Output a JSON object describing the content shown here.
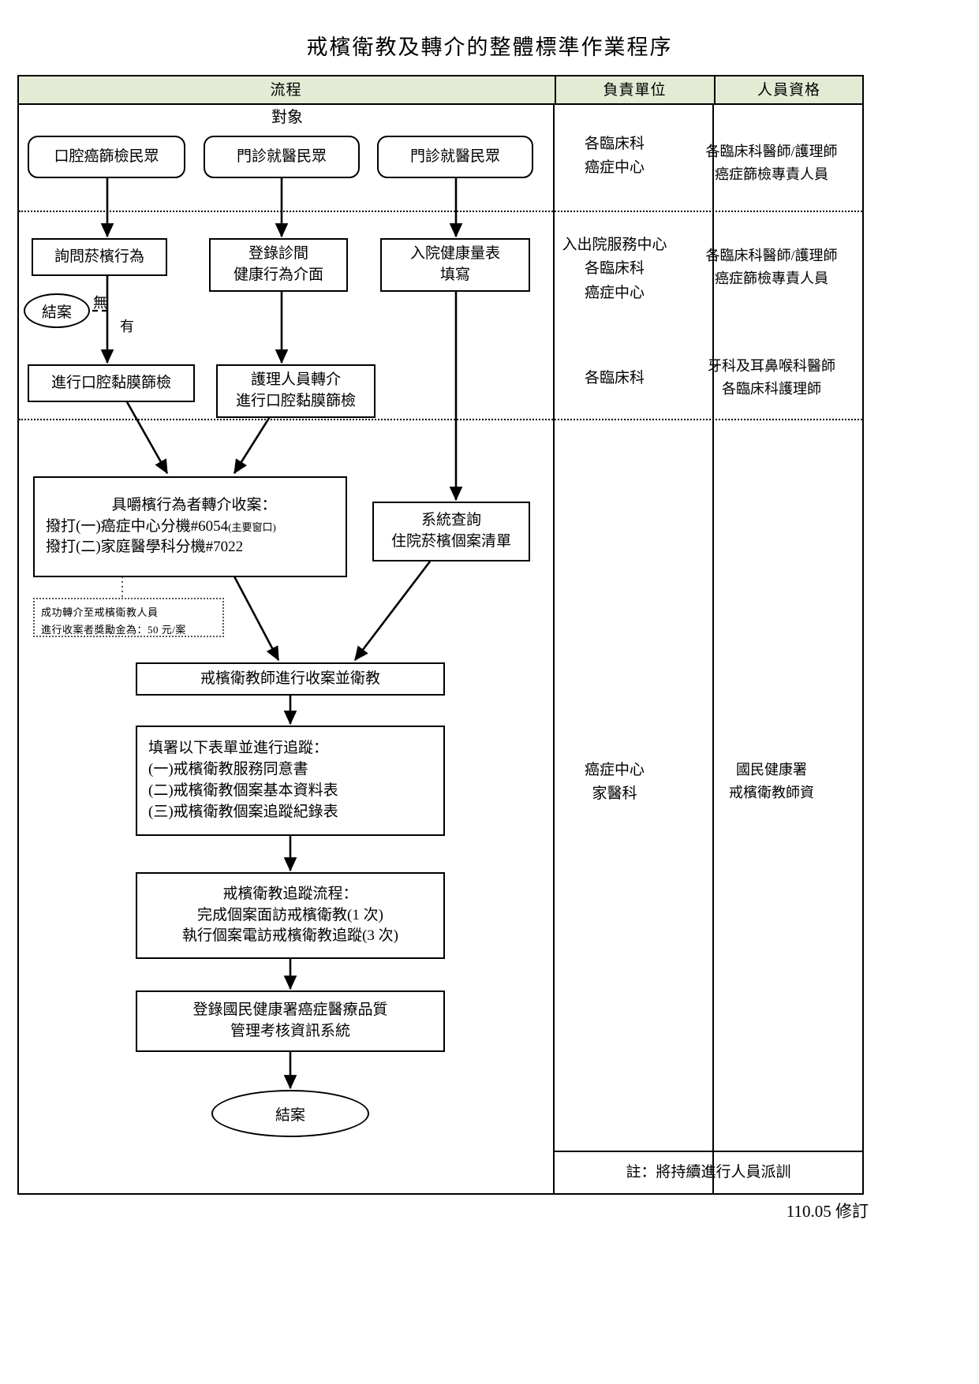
{
  "title": "戒檳衛教及轉介的整體標準作業程序",
  "table": {
    "headers": {
      "flow": "流程",
      "unit": "負責單位",
      "qualification": "人員資格"
    },
    "header_bg": "#e3ebd5",
    "footer_note": "註：將持續進行人員派訓",
    "revision": "110.05 修訂"
  },
  "flow": {
    "subjects_label": "對象",
    "subjects": [
      {
        "label": "口腔癌篩檢民眾"
      },
      {
        "label": "門診就醫民眾"
      },
      {
        "label": "門診就醫民眾"
      }
    ],
    "step_ask": "詢問菸檳行為",
    "step_clinic_l1": "登錄診間",
    "step_clinic_l2": "健康行為介面",
    "step_admit_l1": "入院健康量表",
    "step_admit_l2": "填寫",
    "close_case_1": "結案",
    "branch_no": "無",
    "branch_yes": "有",
    "step_screen": "進行口腔黏膜篩檢",
    "step_nurse_l1": "護理人員轉介",
    "step_nurse_l2": "進行口腔黏膜篩檢",
    "referral": {
      "line1": "具嚼檳行為者轉介收案：",
      "line2_a": "撥打(一)癌症中心分機#6054",
      "line2_b": "(主要窗口)",
      "line3": "撥打(二)家庭醫學科分機#7022"
    },
    "system_query_l1": "系統查詢",
    "system_query_l2": "住院菸檳個案清單",
    "incentive_note": {
      "line1": "成功轉介至戒檳衛教人員",
      "line2": "進行收案者獎勵金為：50 元/案"
    },
    "educator_intake": "戒檳衛教師進行收案並衛教",
    "forms": {
      "title": "填署以下表單並進行追蹤：",
      "items": [
        "(一)戒檳衛教服務同意書",
        "(二)戒檳衛教個案基本資料表",
        "(三)戒檳衛教個案追蹤紀錄表"
      ]
    },
    "followup": {
      "title": "戒檳衛教追蹤流程：",
      "line1": "完成個案面訪戒檳衛教(1 次)",
      "line2": "執行個案電訪戒檳衛教追蹤(3 次)"
    },
    "registry_l1": "登錄國民健康署癌症醫療品質",
    "registry_l2": "管理考核資訊系統",
    "close_case_2": "結案"
  },
  "units": [
    {
      "lines": [
        "各臨床科",
        "癌症中心"
      ]
    },
    {
      "lines": [
        "入出院服務中心",
        "各臨床科",
        "癌症中心"
      ]
    },
    {
      "lines": [
        "各臨床科"
      ]
    },
    {
      "lines": [
        "癌症中心",
        "家醫科"
      ]
    }
  ],
  "qualifications": [
    {
      "lines": [
        "各臨床科醫師/護理師",
        "癌症篩檢專責人員"
      ]
    },
    {
      "lines": [
        "各臨床科醫師/護理師",
        "癌症篩檢專責人員"
      ]
    },
    {
      "lines": [
        "牙科及耳鼻喉科醫師",
        "各臨床科護理師"
      ]
    },
    {
      "lines": [
        "國民健康署",
        "戒檳衛教師資"
      ]
    }
  ]
}
